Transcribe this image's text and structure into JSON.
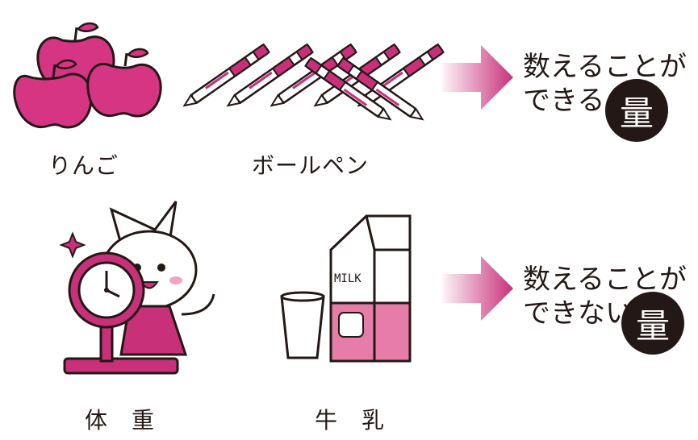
{
  "colors": {
    "magenta": "#c9307a",
    "light_pink": "#e67ca8",
    "ink": "#231815"
  },
  "rows": [
    {
      "items": [
        {
          "label": "りんご",
          "icon": "apple-icon"
        },
        {
          "label": "ボールペン",
          "icon": "ballpoint-pen-icon"
        }
      ],
      "description_line1": "数えることが",
      "description_line2": "できる",
      "badge": "量"
    },
    {
      "items": [
        {
          "label": "体　重",
          "icon": "cat-on-scale-icon"
        },
        {
          "label": "牛　乳",
          "icon": "milk-carton-and-glass-icon"
        }
      ],
      "description_line1": "数えることが",
      "description_line2": "できない",
      "badge": "量"
    }
  ],
  "carton_text": "MILK"
}
